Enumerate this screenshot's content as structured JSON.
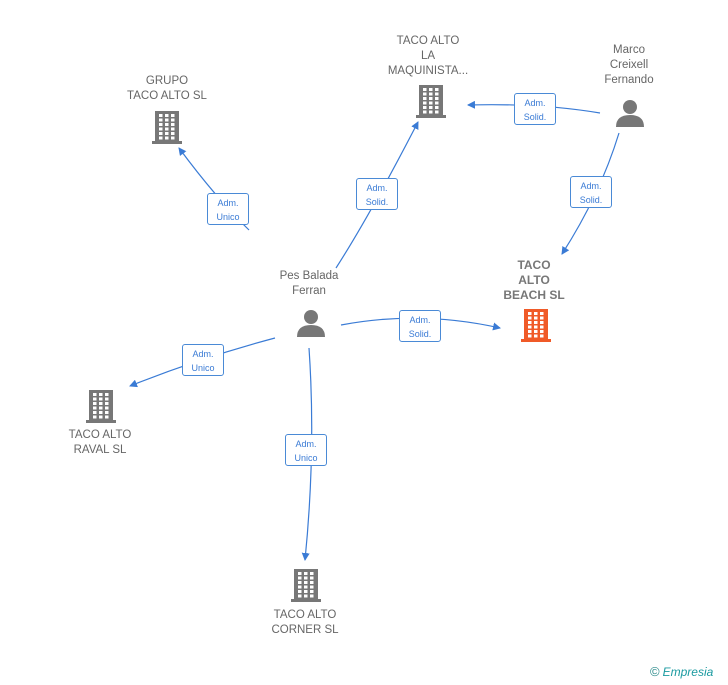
{
  "nodes": {
    "grupo": {
      "label": "GRUPO\nTACO ALTO  SL",
      "type": "company"
    },
    "maquinista": {
      "label": "TACO ALTO\nLA\nMAQUINISTA...",
      "type": "company"
    },
    "marco": {
      "label": "Marco\nCreixell\nFernando",
      "type": "person"
    },
    "beach": {
      "label": "TACO\nALTO\nBEACH  SL",
      "type": "company",
      "highlight": true
    },
    "pes": {
      "label": "Pes Balada\nFerran",
      "type": "person"
    },
    "raval": {
      "label": "TACO ALTO\nRAVAL  SL",
      "type": "company"
    },
    "corner": {
      "label": "TACO ALTO\nCORNER  SL",
      "type": "company"
    }
  },
  "edges": [
    {
      "from": "pes",
      "to": "grupo",
      "l1": "Adm.",
      "l2": "Unico"
    },
    {
      "from": "pes",
      "to": "maquinista",
      "l1": "Adm.",
      "l2": "Solid."
    },
    {
      "from": "marco",
      "to": "maquinista",
      "l1": "Adm.",
      "l2": "Solid."
    },
    {
      "from": "marco",
      "to": "beach",
      "l1": "Adm.",
      "l2": "Solid."
    },
    {
      "from": "pes",
      "to": "beach",
      "l1": "Adm.",
      "l2": "Solid."
    },
    {
      "from": "pes",
      "to": "raval",
      "l1": "Adm.",
      "l2": "Unico"
    },
    {
      "from": "pes",
      "to": "corner",
      "l1": "Adm.",
      "l2": "Unico"
    }
  ],
  "colors": {
    "edge": "#3a7bd5",
    "company": "#777777",
    "highlight": "#f05a28",
    "person": "#777777"
  },
  "brand": {
    "copyright": "©",
    "name": "Empresia"
  }
}
